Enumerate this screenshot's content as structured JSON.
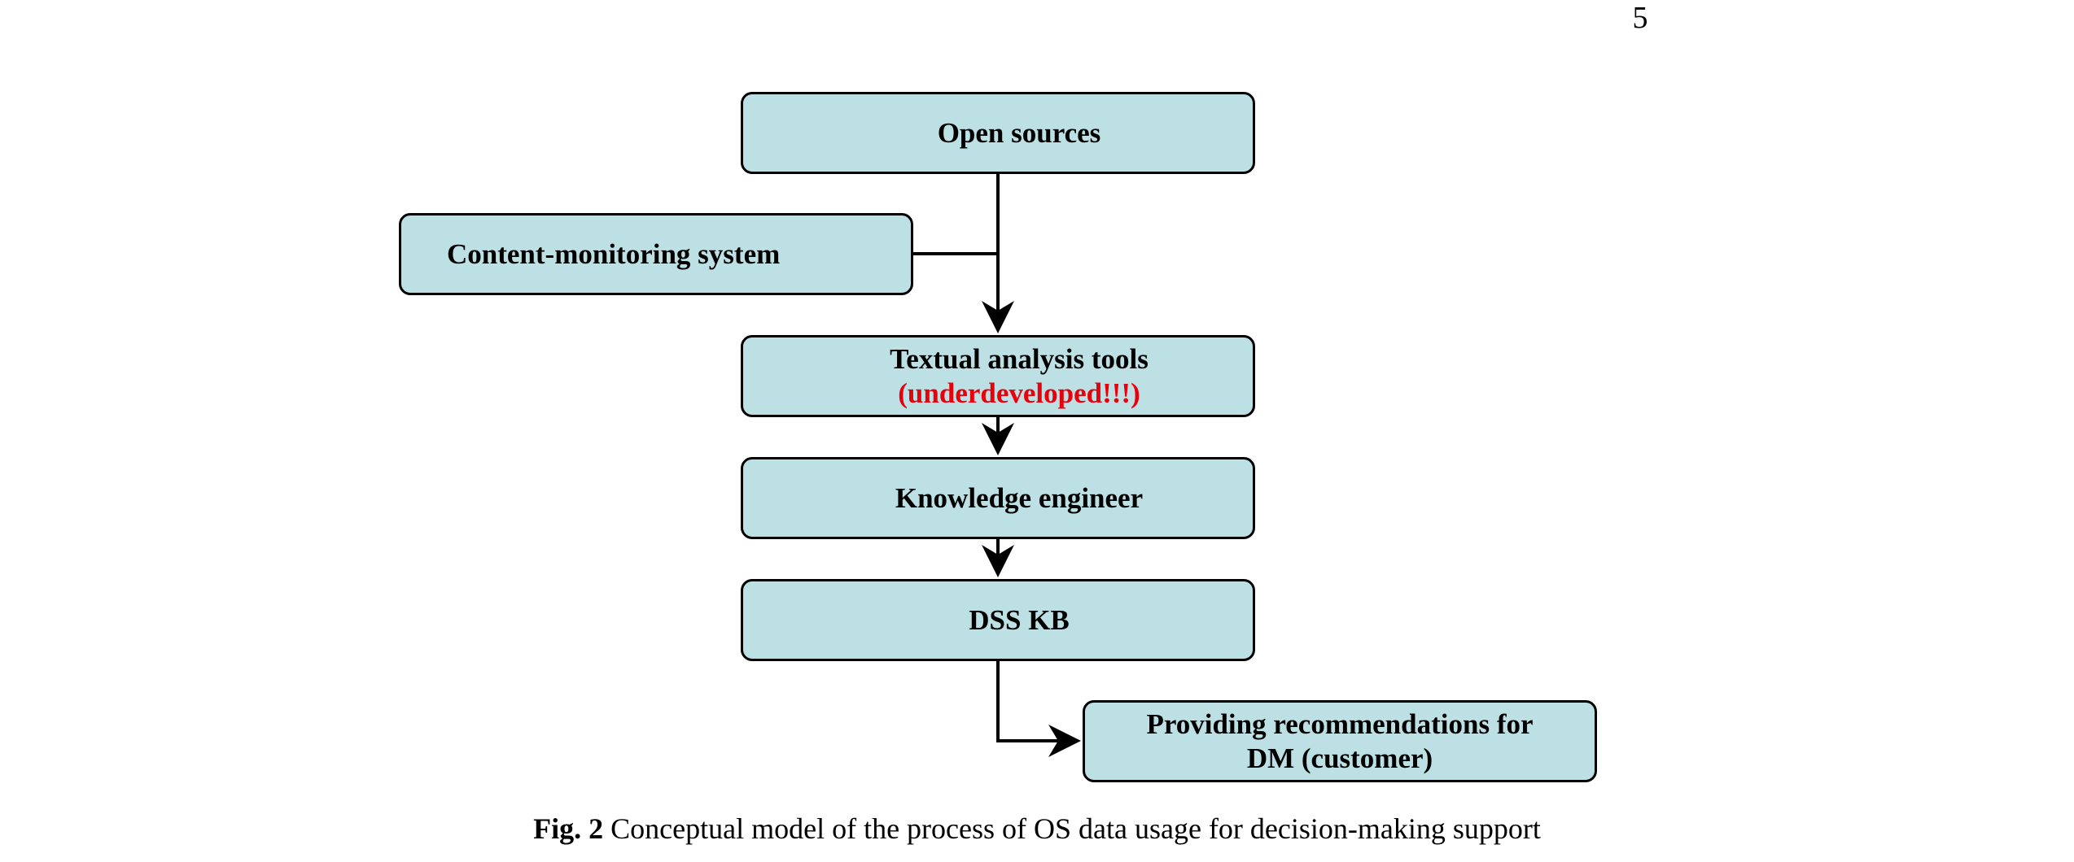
{
  "page_number": "5",
  "diagram": {
    "nodes": {
      "open_sources": {
        "label": "Open sources"
      },
      "content_monitoring": {
        "label": "Content-monitoring system"
      },
      "textual_analysis": {
        "label": "Textual analysis tools",
        "note": "(underdeveloped!!!)"
      },
      "knowledge_engineer": {
        "label": "Knowledge engineer"
      },
      "dss_kb": {
        "label": "DSS KB"
      },
      "recommendations": {
        "label_line1": "Providing recommendations for",
        "label_line2": "DM (customer)"
      }
    },
    "edges": [
      {
        "from": "open_sources",
        "to": "textual_analysis"
      },
      {
        "from": "content_monitoring",
        "to": "textual_analysis"
      },
      {
        "from": "textual_analysis",
        "to": "knowledge_engineer"
      },
      {
        "from": "knowledge_engineer",
        "to": "dss_kb"
      },
      {
        "from": "dss_kb",
        "to": "recommendations"
      }
    ],
    "colors": {
      "box_fill": "#bce0e4",
      "warning_text": "#e8000b",
      "stroke": "#000000"
    }
  },
  "caption": {
    "label": "Fig. 2",
    "text": "Conceptual model of the process of OS data usage for decision-making support"
  }
}
